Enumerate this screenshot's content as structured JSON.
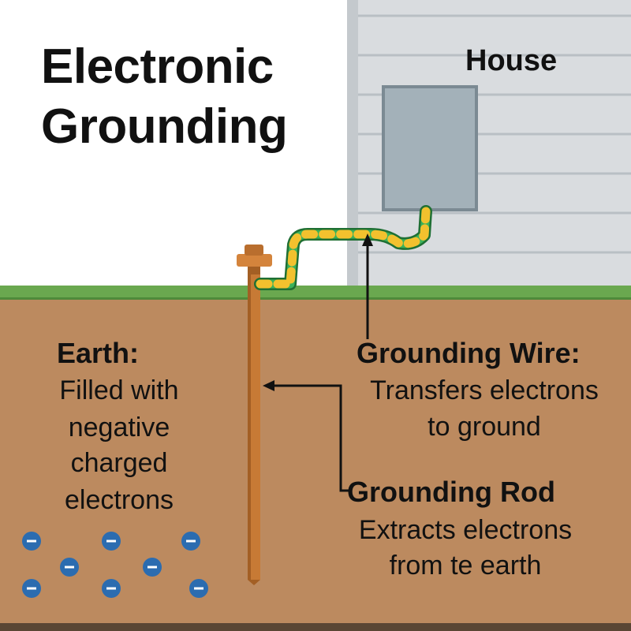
{
  "title": {
    "line1": "Electronic",
    "line2": "Grounding"
  },
  "house_label": "House",
  "earth": {
    "heading": "Earth:",
    "lines": [
      "Filled with",
      "negative",
      "charged",
      "electrons"
    ]
  },
  "grounding_wire": {
    "heading": "Grounding Wire:",
    "lines": [
      "Transfers electrons",
      "to ground"
    ]
  },
  "grounding_rod": {
    "heading": "Grounding Rod",
    "lines": [
      "Extracts electrons",
      "from te earth"
    ]
  },
  "electron_symbol": "−",
  "colors": {
    "sky": "#ffffff",
    "siding": "#d7dbde",
    "grass": "#6aa84f",
    "soil": "#bc8a5f",
    "rod": "#c77a35",
    "wire_green": "#2f9e44",
    "wire_yellow": "#f2c12e",
    "panel": "#9eadb6",
    "electron": "#2b6cb0"
  }
}
